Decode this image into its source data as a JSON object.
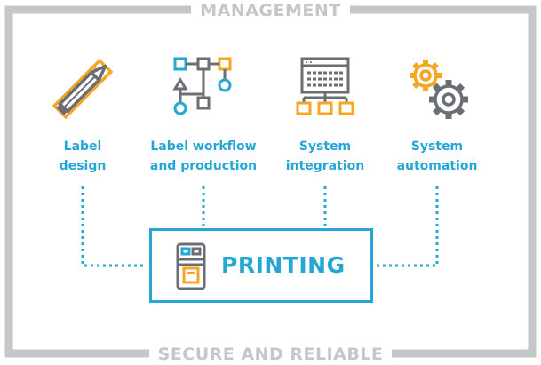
{
  "frame": {
    "top_label": "MANAGEMENT",
    "bottom_label": "SECURE AND RELIABLE"
  },
  "categories": [
    {
      "label": "Label\ndesign",
      "icon": "pencil-ruler-icon"
    },
    {
      "label": "Label workflow\nand production",
      "icon": "workflow-icon"
    },
    {
      "label": "System\nintegration",
      "icon": "system-integration-icon"
    },
    {
      "label": "System\nautomation",
      "icon": "gears-icon"
    }
  ],
  "center": {
    "label": "PRINTING",
    "icon": "printer-icon"
  },
  "colors": {
    "accent_blue": "#25a7d5",
    "accent_orange": "#f5a623",
    "icon_gray": "#6b6f73",
    "frame_gray": "#c4c6c8"
  }
}
